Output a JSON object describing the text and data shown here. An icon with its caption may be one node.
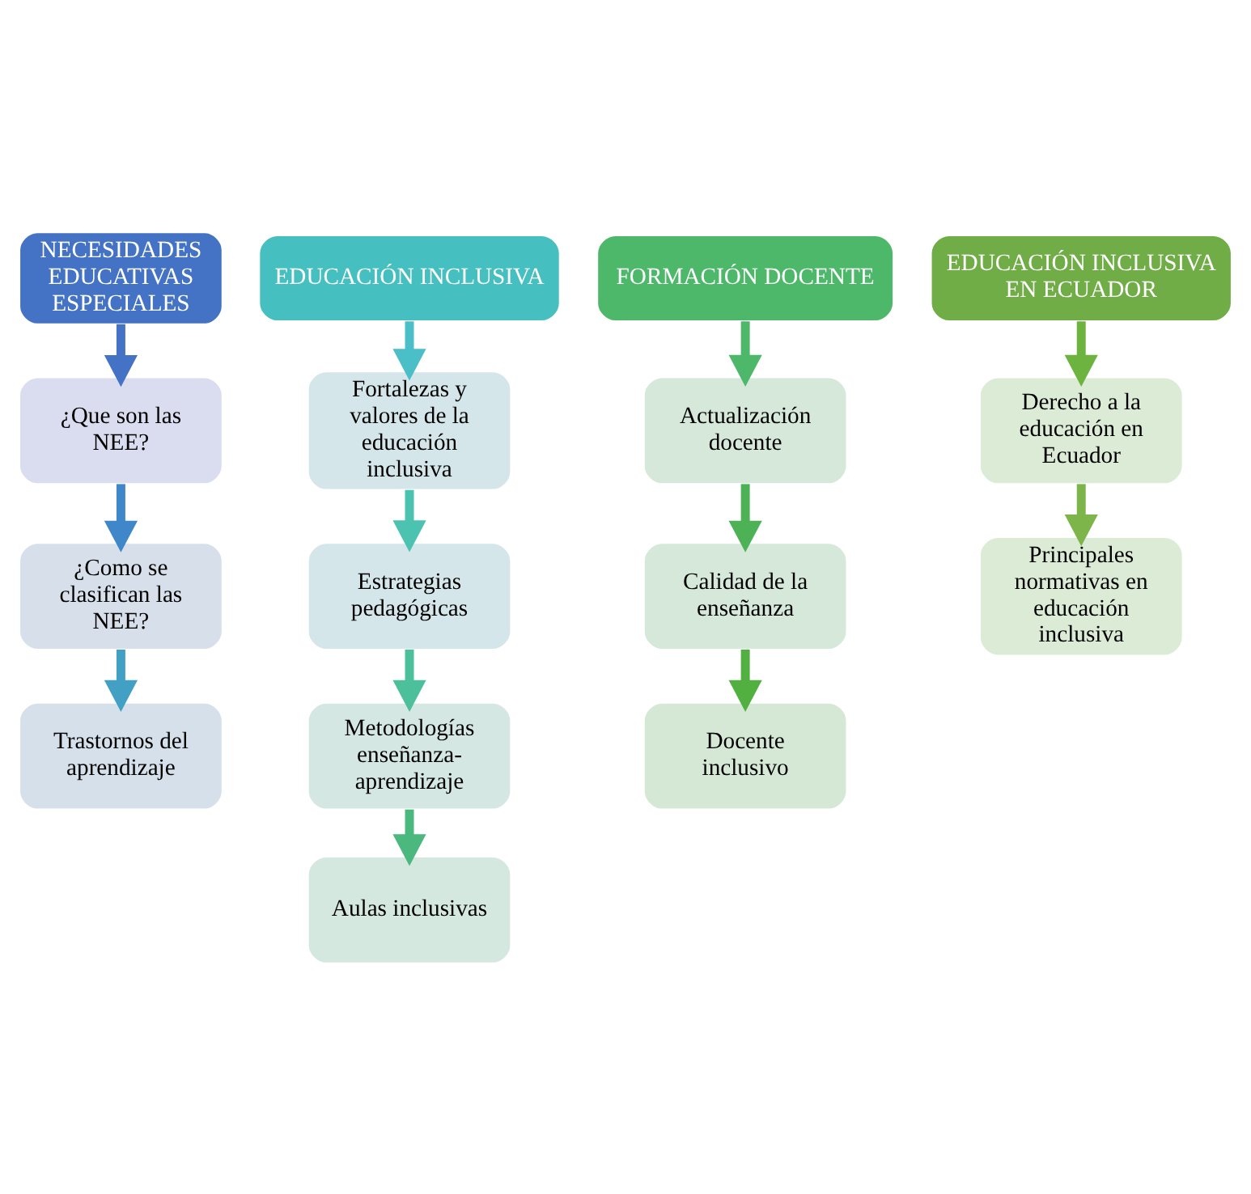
{
  "diagram": {
    "nodes": [
      {
        "text": [
          "NECESIDADES EDUCATIVAS ESPECIALES"
        ]
      },
      {
        "text": [
          "EDUCACIÓN INCLUSIVA"
        ]
      },
      {
        "text": [
          "FORMACIÓN DOCENTE"
        ]
      },
      {
        "text": [
          "EDUCACIÓN INCLUSIVA EN ECUADOR"
        ]
      },
      {
        "text": [
          "¿Que son las NEE?"
        ]
      },
      {
        "text": [
          "¿Como se clasifican las NEE?"
        ]
      },
      {
        "text": [
          "Trastornos del aprendizaje"
        ]
      },
      {
        "text": [
          "Fortalezas y valores de la educación inclusiva"
        ]
      },
      {
        "text": [
          "Estrategias pedagógicas"
        ]
      },
      {
        "text": [
          "Metodologías enseñanza-aprendizaje"
        ]
      },
      {
        "text": [
          "Aulas inclusivas"
        ]
      },
      {
        "text": [
          "Actualización docente"
        ]
      },
      {
        "text": [
          "Calidad de la enseñanza"
        ]
      },
      {
        "text": [
          "Docente inclusivo"
        ]
      },
      {
        "text": [
          "Derecho a la educación en Ecuador"
        ]
      },
      {
        "text": [
          "Principales normativas en educación inclusiva"
        ]
      }
    ],
    "edges": [
      {
        "from": 0,
        "to": 4,
        "arrow": "to",
        "color": "#4472c4"
      },
      {
        "from": 4,
        "to": 5,
        "arrow": "to",
        "color": "#3f87c8"
      },
      {
        "from": 5,
        "to": 6,
        "arrow": "to",
        "color": "#42a0c4"
      },
      {
        "from": 1,
        "to": 7,
        "arrow": "to",
        "color": "#4bbfc8"
      },
      {
        "from": 7,
        "to": 8,
        "arrow": "to",
        "color": "#4cc3b0"
      },
      {
        "from": 8,
        "to": 9,
        "arrow": "to",
        "color": "#4bc09a"
      },
      {
        "from": 9,
        "to": 10,
        "arrow": "to",
        "color": "#4bb87e"
      },
      {
        "from": 2,
        "to": 11,
        "arrow": "to",
        "color": "#4db86a"
      },
      {
        "from": 11,
        "to": 12,
        "arrow": "to",
        "color": "#4cb255"
      },
      {
        "from": 12,
        "to": 13,
        "arrow": "to",
        "color": "#52b040"
      },
      {
        "from": 3,
        "to": 14,
        "arrow": "to",
        "color": "#6db33f"
      },
      {
        "from": 14,
        "to": 15,
        "arrow": "to",
        "color": "#7db54a"
      }
    ]
  }
}
